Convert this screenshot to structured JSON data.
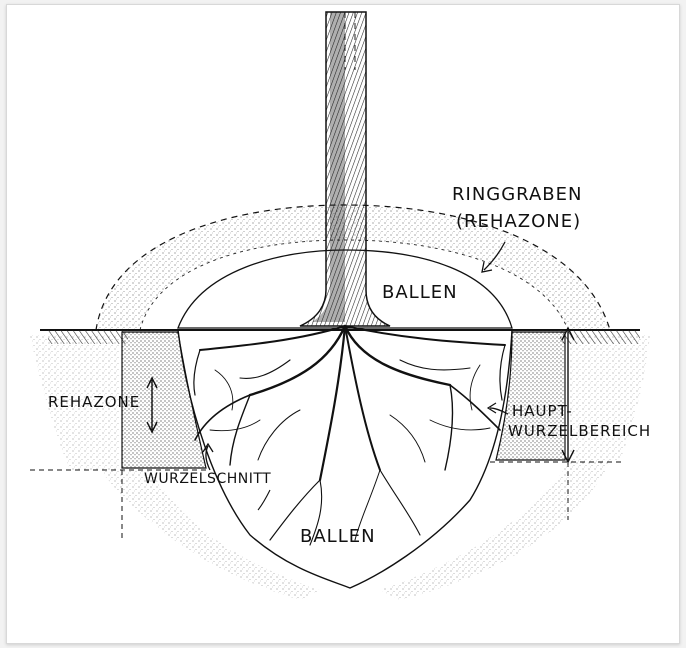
{
  "labels": {
    "ringgraben": "RINGGRABEN",
    "ringgraben_paren": "(REHAZONE)",
    "ballen_top": "BALLEN",
    "rehazone": "REHAZONE",
    "haupt_line1": "HAUPT-",
    "haupt_line2": "WURZELBEREICH",
    "wurzelschnitt": "WURZELSCHNITT",
    "ballen_bottom": "BALLEN"
  },
  "colors": {
    "ink": "#111111",
    "paper": "#ffffff",
    "stipple": "#444444",
    "background": "#f2f2f2"
  }
}
